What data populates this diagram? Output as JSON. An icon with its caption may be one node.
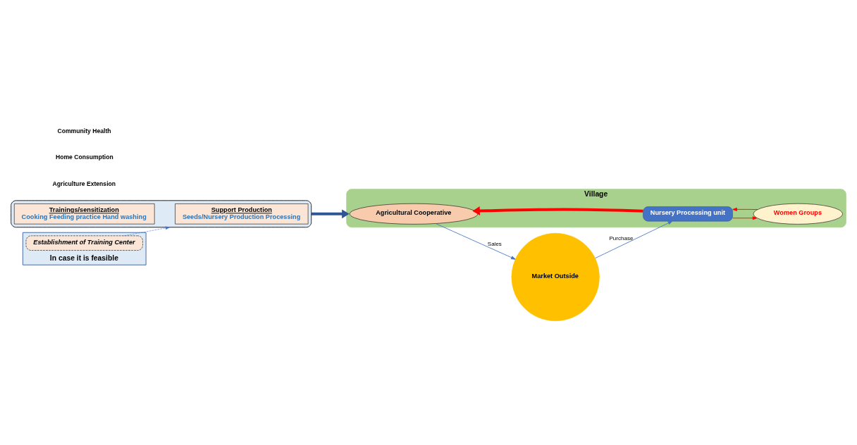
{
  "diagram": {
    "nodes": [
      {
        "text": [],
        "shape": "box"
      },
      {
        "text": [
          "Support Production",
          "Seeds/Nursery Production Processing"
        ],
        "in": 0
      },
      {
        "text": [
          "Trainings/sensitization",
          "Cooking Feeding practice Hand washing"
        ],
        "in": 0
      },
      {
        "text": [
          "In case it is feasible"
        ]
      },
      {
        "text": [
          "Establishment of Training Center"
        ],
        "in": 3
      },
      {
        "text": [
          "Village"
        ]
      },
      {
        "text": [
          "Agricultural Cooperative"
        ],
        "in": 5
      },
      {
        "text": [
          "Nursery Processing unit"
        ],
        "in": 5
      },
      {
        "text": [
          "Women Groups"
        ],
        "in": 5
      },
      {
        "text": [
          "Market Outside"
        ]
      }
    ],
    "edges": [
      {
        "from": 4,
        "to": 0,
        "arrow": "to",
        "style": "dashed"
      },
      {
        "from": 0,
        "to": 5,
        "arrow": "to",
        "style": "thick",
        "color": "#2f5597"
      },
      {
        "from": 7,
        "to": 6,
        "arrow": "to",
        "style": "thick",
        "color": "#ff0000"
      },
      {
        "from": 7,
        "to": 8,
        "arrow": "to",
        "color": "#ff0000"
      },
      {
        "from": 8,
        "to": 7,
        "arrow": "to",
        "color": "#ff0000"
      },
      {
        "from": 6,
        "to": 9,
        "arrow": "to",
        "label": "Sales"
      },
      {
        "from": 9,
        "to": 7,
        "arrow": "to",
        "label": "Purchase"
      }
    ],
    "labels": [
      "Agriculture Extension",
      "Home Consumption",
      "Community Health"
    ]
  }
}
